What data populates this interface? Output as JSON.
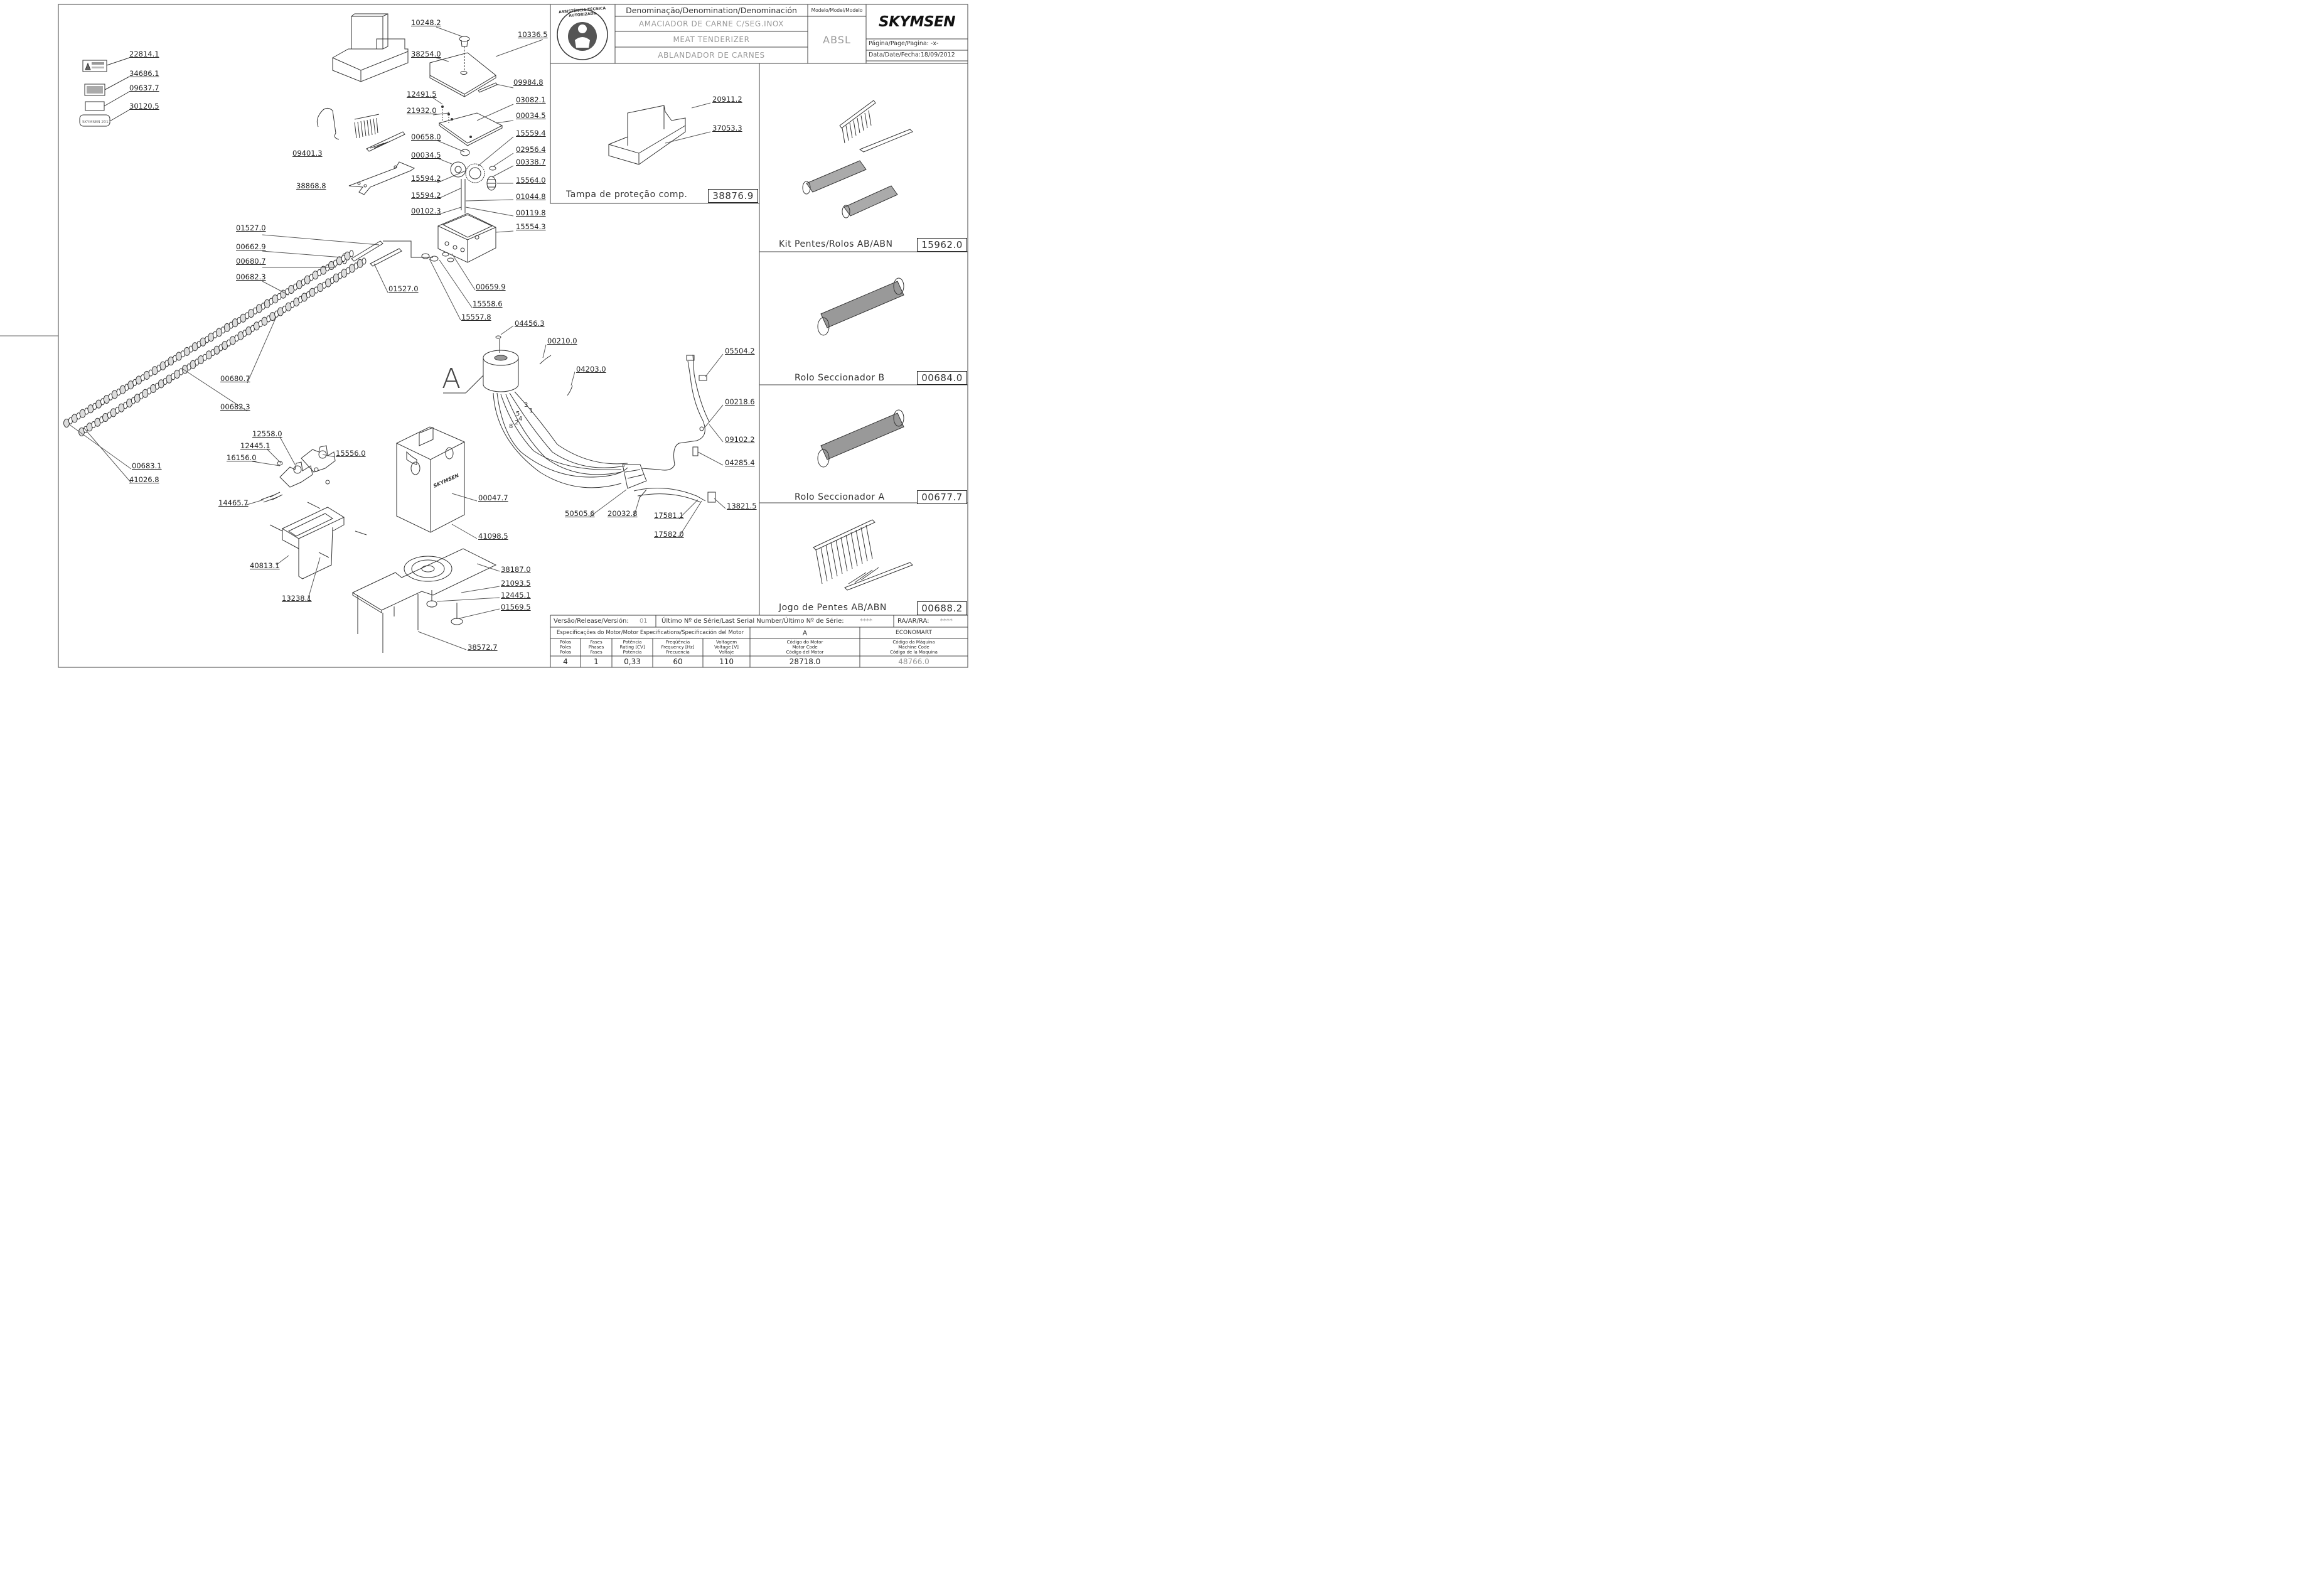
{
  "title_block": {
    "denomination_header": "Denominação/Denomination/Denominación",
    "names": [
      "AMACIADOR DE CARNE C/SEG.INOX",
      "MEAT TENDERIZER",
      "ABLANDADOR DE CARNES"
    ],
    "model_header": "Modelo/Model/Modelo",
    "model": "ABSL",
    "brand": "SKYMSEN",
    "page_label": "Página/Page/Pagina:",
    "page_value": "-x-",
    "date_label": "Data/Date/Fecha:",
    "date_value": "18/09/2012",
    "seal_text": "ASSISTÊNCIA TÉCNICA AUTORIZADA"
  },
  "insets": [
    {
      "caption": "Tampa de proteção comp.",
      "code": "38876.9"
    },
    {
      "caption": "Kit Pentes/Rolos AB/ABN",
      "code": "15962.0"
    },
    {
      "caption": "Rolo Seccionador B",
      "code": "00684.0"
    },
    {
      "caption": "Rolo Seccionador A",
      "code": "00677.7"
    },
    {
      "caption": "Jogo de Pentes AB/ABN",
      "code": "00688.2"
    }
  ],
  "inset_parts": [
    "20911.2",
    "37053.3"
  ],
  "part_labels": {
    "p22814": "22814.1",
    "p34686": "34686.1",
    "p09637": "09637.7",
    "p30120": "30120.5",
    "p09401": "09401.3",
    "p38868": "38868.8",
    "p10248": "10248.2",
    "p10336": "10336.5",
    "p38254": "38254.0",
    "p09984": "09984.8",
    "p12491": "12491.5",
    "p21932": "21932.0",
    "p03082": "03082.1",
    "p00034a": "00034.5",
    "p00658": "00658.0",
    "p00034b": "00034.5",
    "p15559": "15559.4",
    "p02956": "02956.4",
    "p00338": "00338.7",
    "p15594a": "15594.2",
    "p15594b": "15594.2",
    "p15564": "15564.0",
    "p01044": "01044.8",
    "p00102": "00102.3",
    "p00119": "00119.8",
    "p15554": "15554.3",
    "p01527a": "01527.0",
    "p00662": "00662.9",
    "p00680a": "00680.7",
    "p00682a": "00682.3",
    "p01527b": "01527.0",
    "p00659": "00659.9",
    "p15558": "15558.6",
    "p15557": "15557.8",
    "p00680b": "00680.7",
    "p00682b": "00682.3",
    "p00683": "00683.1",
    "p41026": "41026.8",
    "p12558": "12558.0",
    "p12445a": "12445.1",
    "p16156": "16156.0",
    "p15556": "15556.0",
    "p14465": "14465.7",
    "p40813": "40813.1",
    "p13238": "13238.1",
    "p00047": "00047.7",
    "p41098": "41098.5",
    "p38187": "38187.0",
    "p21093": "21093.5",
    "p12445b": "12445.1",
    "p01569": "01569.5",
    "p38572": "38572.7",
    "p04456": "04456.3",
    "p00210": "00210.0",
    "p04203": "04203.0",
    "p05504": "05504.2",
    "p00218": "00218.6",
    "p09102": "09102.2",
    "p04285": "04285.4",
    "p13821": "13821.5",
    "p50505": "50505.6",
    "p20032": "20032.8",
    "p17581": "17581.1",
    "p17582": "17582.0"
  },
  "motor_letter": "A",
  "wire_numbers": [
    "3",
    "1",
    "5",
    "4",
    "2",
    "8"
  ],
  "footer": {
    "version_label": "Versão/Release/Versión:",
    "version_value": "01",
    "serial_label": "Último Nº de Série/Last Serial Number/Último Nº de Série:",
    "serial_value": "****",
    "ra_label": "RA/AR/RA:",
    "ra_value": "****",
    "motor_spec_label": "Especificações do Motor/Motor Especifications/Specificación del Motor",
    "motor_letter": "A",
    "client": "ECONOMART",
    "columns": [
      {
        "header": [
          "Pólos",
          "Poles",
          "Polos"
        ],
        "value": "4"
      },
      {
        "header": [
          "Fases",
          "Phases",
          "Fases"
        ],
        "value": "1"
      },
      {
        "header": [
          "Potência",
          "Rating [CV]",
          "Potencia"
        ],
        "value": "0,33"
      },
      {
        "header": [
          "Freqüência",
          "Frequency [Hz]",
          "Frecuencia"
        ],
        "value": "60"
      },
      {
        "header": [
          "Voltagem",
          "Voltage [V]",
          "Voltaje"
        ],
        "value": "110"
      },
      {
        "header": [
          "Código do Motor",
          "Motor Code",
          "Código del Motor"
        ],
        "value": "28718.0"
      },
      {
        "header": [
          "Código da Máquina",
          "Machine Code",
          "Código de la Maquina"
        ],
        "value": "48766.0"
      }
    ]
  }
}
